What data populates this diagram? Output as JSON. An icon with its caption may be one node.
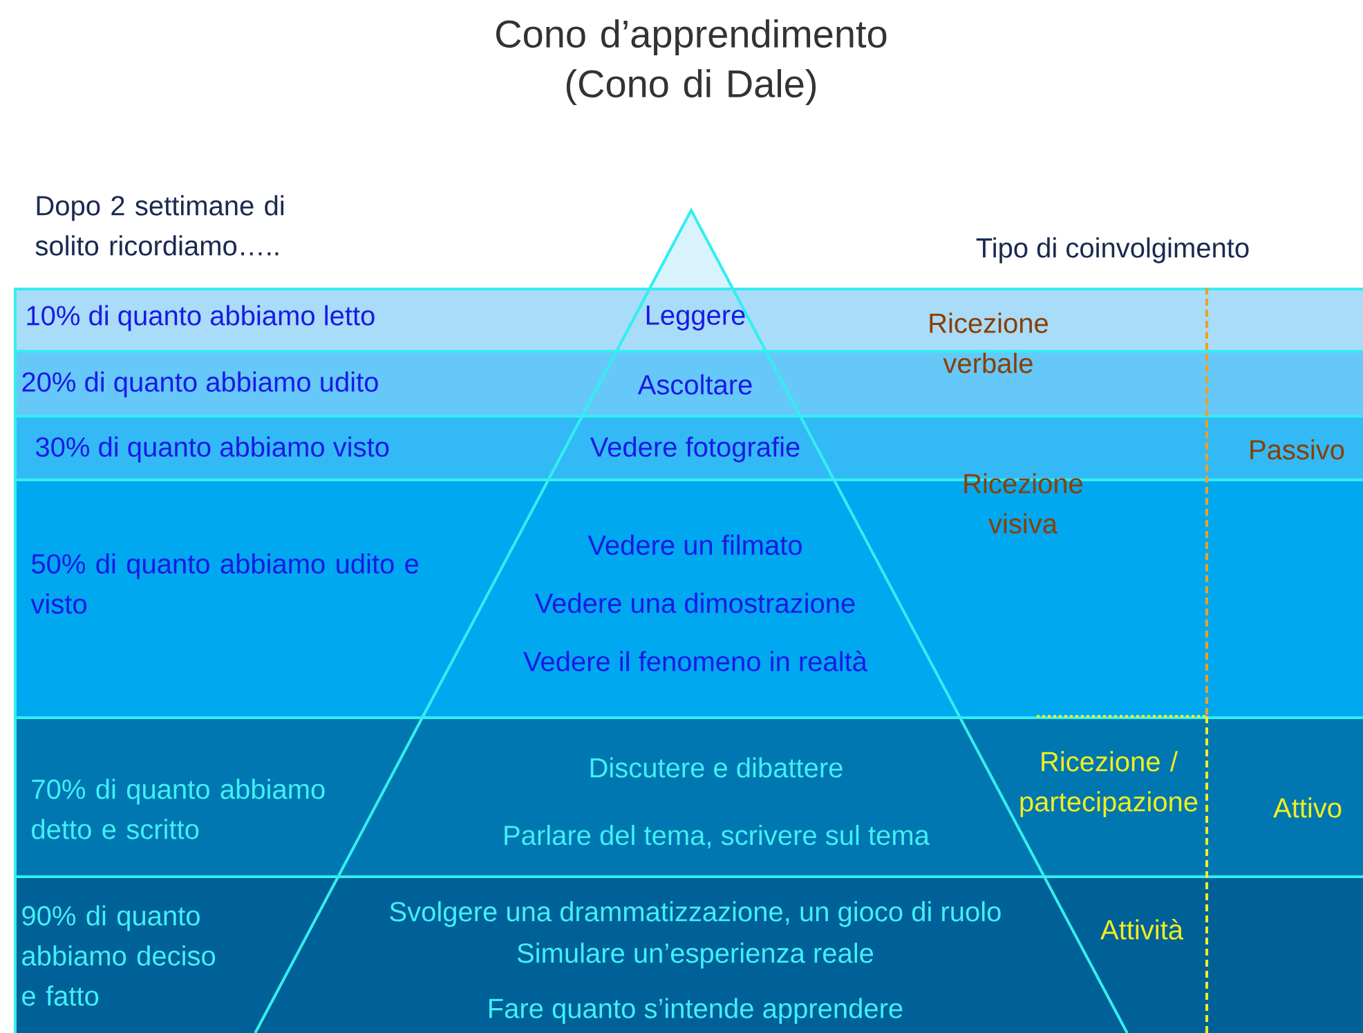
{
  "diagram": {
    "title": "Cono d’apprendimento (Cono di Dale)",
    "nodes": [
      {
        "text": [
          "10% di quanto abbiamo letto",
          "Leggere"
        ]
      },
      {
        "text": [
          "20% di quanto abbiamo udito",
          "Ascoltare"
        ]
      },
      {
        "text": [
          "30% di quanto abbiamo visto",
          "Vedere fotografie"
        ]
      },
      {
        "text": [
          "50% di quanto abbiamo udito e visto",
          "Vedere un  filmato",
          "Vedere una dimostrazione",
          "Vedere il fenomeno in realtà"
        ]
      },
      {
        "text": [
          "70% di quanto abbiamo detto e scritto",
          "Discutere e dibattere",
          "Parlare del tema, scrivere sul tema"
        ]
      },
      {
        "text": [
          "90% di quanto abbiamo deciso e fatto",
          "Svolgere una drammatizzazione, un gioco di ruolo",
          "Simulare un’esperienza reale",
          "Fare quanto s’intende apprendere"
        ]
      }
    ],
    "labels": [
      "Dopo 2 settimane di solito ricordiamo…..",
      "Tipo di coinvolgimento",
      "Ricezione verbale",
      "Passivo",
      "Ricezione visiva",
      "Ricezione / partecipazione",
      "Attivo",
      "Attività"
    ]
  }
}
